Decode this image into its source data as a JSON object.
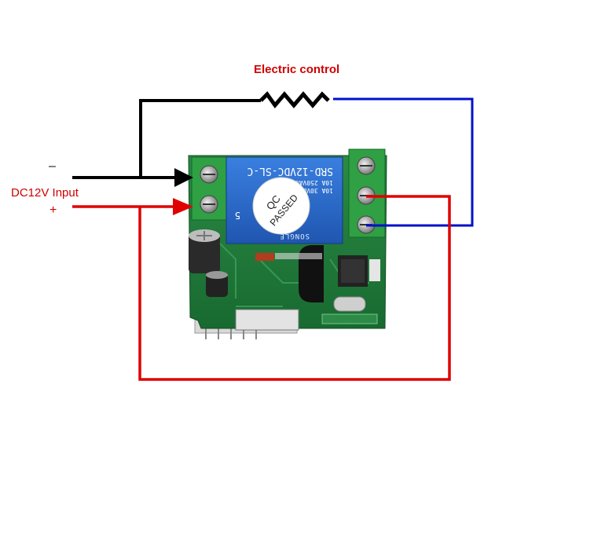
{
  "diagram": {
    "title": "Electric control",
    "input_label": "DC12V Input",
    "minus_label": "–",
    "plus_label": "+",
    "relay": {
      "model": "SRD-12VDC-SL-C",
      "rating1": "10A 250VAC",
      "rating2": "10A 30VDC 28VDC",
      "brand": "SONGLE",
      "pin": "5"
    },
    "qc_stamp": {
      "line1": "QC",
      "line2": "PASSED"
    },
    "colors": {
      "negative_wire": "#000000",
      "positive_wire": "#e00000",
      "load_wire": "#0010c8",
      "label_red": "#d00000",
      "pcb": "#1f7a3a",
      "terminal": "#2fa043",
      "relay_body": "#2866c8"
    }
  }
}
